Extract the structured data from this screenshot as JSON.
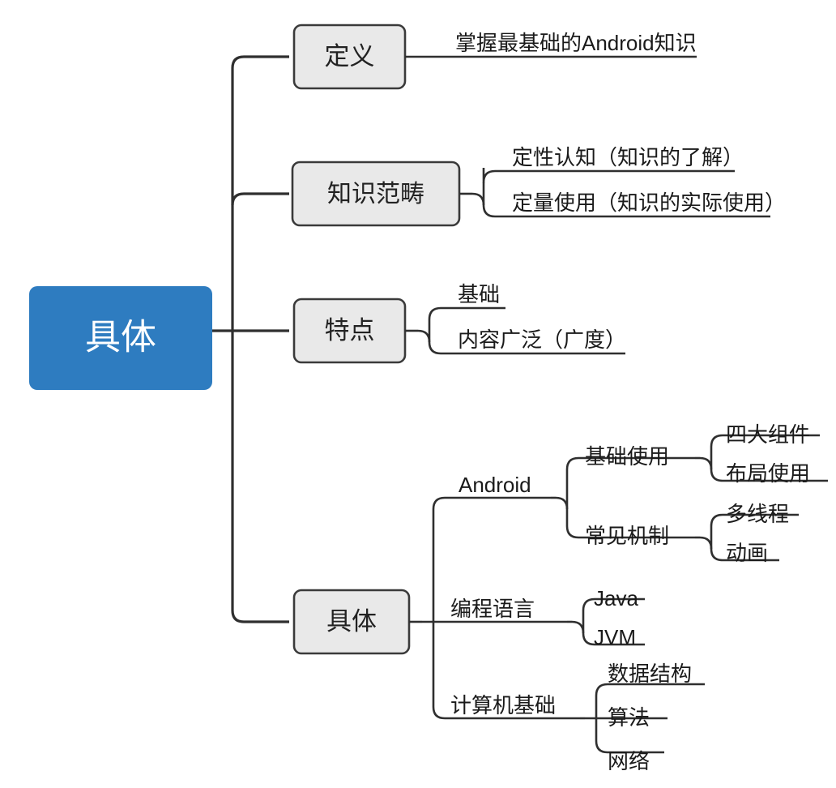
{
  "diagram": {
    "type": "mindmap",
    "orientation": "left-to-right",
    "background_color": "#ffffff",
    "root_fill": "#2e7cc0",
    "root_text_color": "#ffffff",
    "branch_fill": "#e9e9e9",
    "branch_border": "#3a3a3a",
    "line_color": "#2f2f2f",
    "root": {
      "label": "具体"
    },
    "branches": [
      {
        "label": "定义",
        "children": [
          {
            "label": "掌握最基础的Android知识",
            "children": []
          }
        ]
      },
      {
        "label": "知识范畴",
        "children": [
          {
            "label": "定性认知（知识的了解）",
            "children": []
          },
          {
            "label": "定量使用（知识的实际使用）",
            "children": []
          }
        ]
      },
      {
        "label": "特点",
        "children": [
          {
            "label": "基础",
            "children": []
          },
          {
            "label": "内容广泛（广度）",
            "children": []
          }
        ]
      },
      {
        "label": "具体",
        "children": [
          {
            "label": "Android",
            "children": [
              {
                "label": "基础使用",
                "children": [
                  {
                    "label": "四大组件"
                  },
                  {
                    "label": "布局使用"
                  }
                ]
              },
              {
                "label": "常见机制",
                "children": [
                  {
                    "label": "多线程"
                  },
                  {
                    "label": "动画"
                  }
                ]
              }
            ]
          },
          {
            "label": "编程语言",
            "children": [
              {
                "label": "Java"
              },
              {
                "label": "JVM"
              }
            ]
          },
          {
            "label": "计算机基础",
            "children": [
              {
                "label": "数据结构"
              },
              {
                "label": "算法"
              },
              {
                "label": "网络"
              }
            ]
          }
        ]
      }
    ]
  }
}
